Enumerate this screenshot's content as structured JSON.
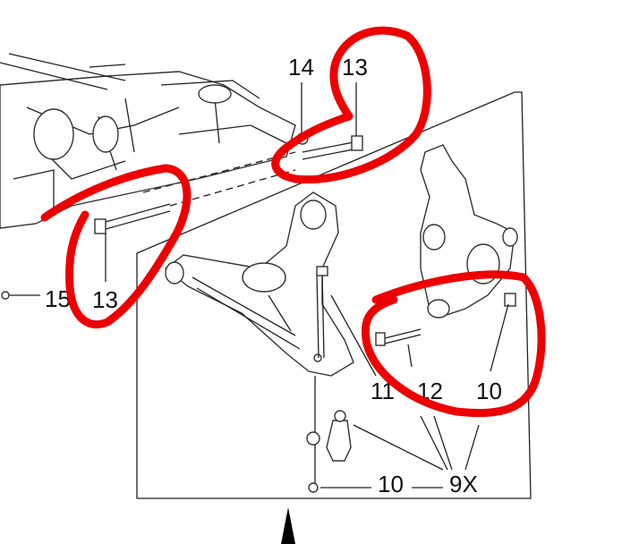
{
  "diagram": {
    "labels": {
      "part_14": "14",
      "part_13_top": "13",
      "part_13_left": "13",
      "part_15": "15",
      "part_11": "11",
      "part_12": "12",
      "part_10_right": "10",
      "part_10_bottom": "10",
      "part_9x": "9X"
    },
    "annotation_color": "#ee0000"
  }
}
